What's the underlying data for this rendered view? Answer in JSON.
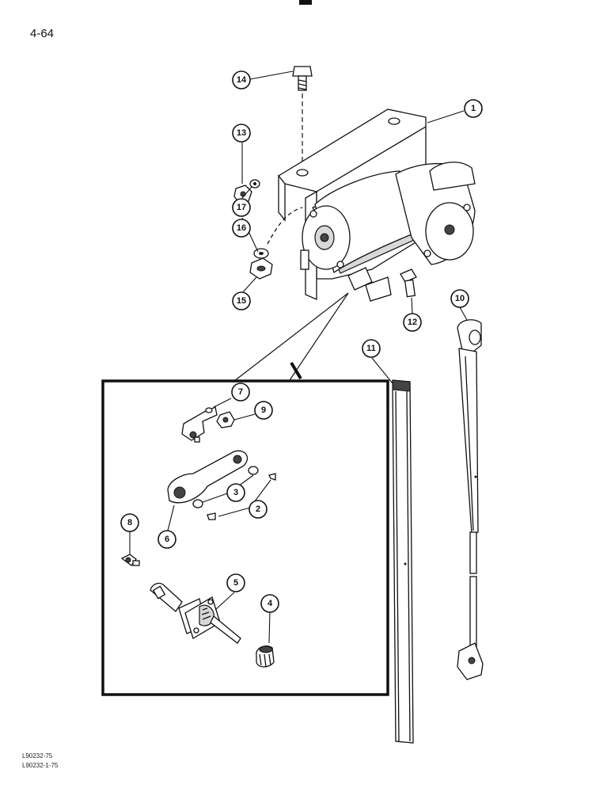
{
  "page_number": "4-64",
  "figure_codes": [
    "L90232-75",
    "L90232-1-75"
  ],
  "callouts": [
    "1",
    "2",
    "3",
    "4",
    "5",
    "6",
    "7",
    "8",
    "9",
    "10",
    "11",
    "12",
    "13",
    "14",
    "15",
    "16",
    "17"
  ]
}
